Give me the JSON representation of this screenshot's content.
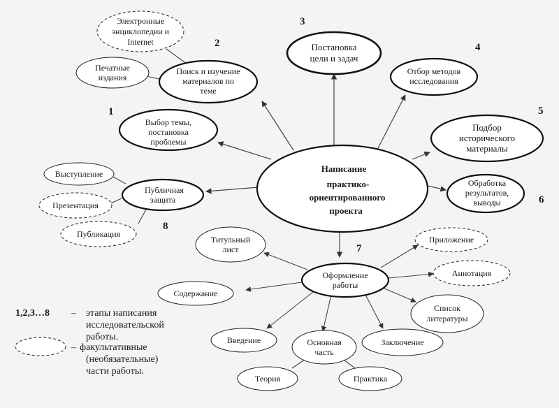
{
  "diagram": {
    "center": {
      "lines": [
        "Написание",
        "практико-",
        "ориентированного",
        "проекта"
      ]
    },
    "stage_numbers": {
      "n1": "1",
      "n2": "2",
      "n3": "3",
      "n4": "4",
      "n5": "5",
      "n6": "6",
      "n7": "7",
      "n8": "8"
    },
    "stages": {
      "s1": [
        "Выбор темы,",
        "постановка",
        "проблемы"
      ],
      "s2": [
        "Поиск и изучение",
        "материалов по",
        "теме"
      ],
      "s3": [
        "Постановка",
        "цели и задач"
      ],
      "s4": [
        "Отбор методов",
        "исследования"
      ],
      "s5": [
        "Подбор",
        "исторического",
        "материалы"
      ],
      "s6": [
        "Обработка",
        "результатов,",
        "выводы"
      ],
      "s7": [
        "Оформление",
        "работы"
      ],
      "s8": [
        "Публичная",
        "защита"
      ]
    },
    "subitems": {
      "encyclopedias": [
        "Электронные",
        "энциклопедии и",
        "Internet"
      ],
      "printed": [
        "Печатные",
        "издания"
      ],
      "speech": [
        "Выступление"
      ],
      "presentation": [
        "Презентация"
      ],
      "publication": [
        "Публикация"
      ],
      "title_page": [
        "Титульный",
        "лист"
      ],
      "contents": [
        "Содержание"
      ],
      "intro": [
        "Введение"
      ],
      "main_part": [
        "Основная",
        "часть"
      ],
      "theory": [
        "Теория"
      ],
      "practice": [
        "Практика"
      ],
      "conclusion": [
        "Заключение"
      ],
      "bibliography": [
        "Список",
        "литературы"
      ],
      "abstract": [
        "Аннотация"
      ],
      "appendix": [
        "Приложение"
      ]
    }
  },
  "legend": {
    "numbers_symbol": "1,2,3…8",
    "numbers_dash": "–",
    "numbers_text": [
      "этапы написания",
      "исследовательской",
      "работы."
    ],
    "dashed_dash": "–",
    "dashed_text": [
      "факультативные",
      "(необязательные)",
      "части работы."
    ]
  }
}
